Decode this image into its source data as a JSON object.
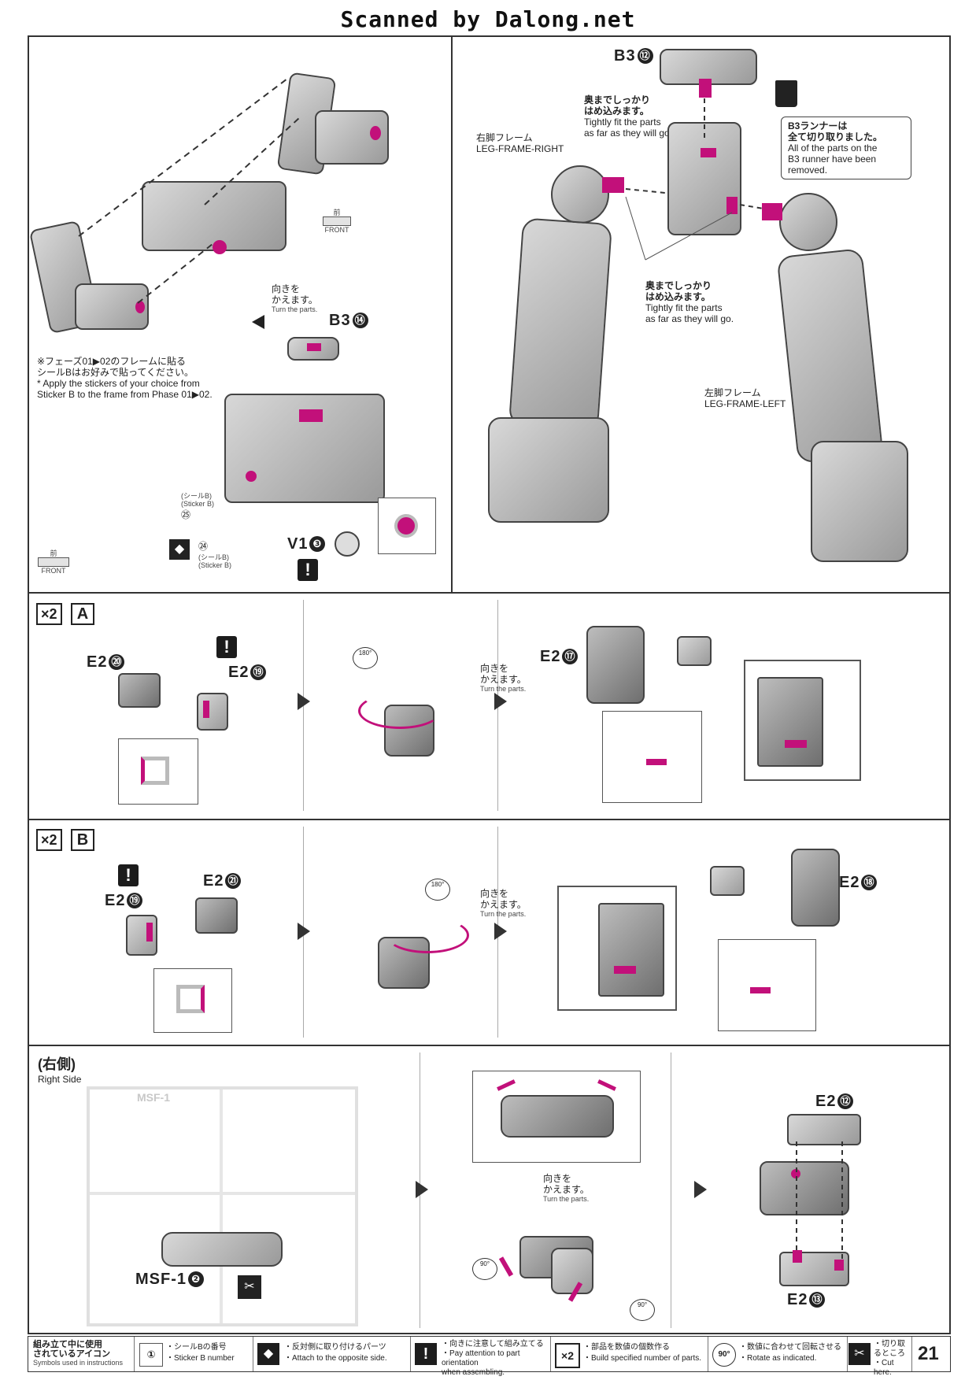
{
  "header": {
    "watermark": "Scanned by Dalong.net"
  },
  "phase_top_left": {
    "turn_jp": "向きを\nかえます。",
    "turn_en": "Turn the parts.",
    "front_jp": "前",
    "front_en": "FRONT",
    "code_b3_14": {
      "code": "B3",
      "num": "⑭"
    },
    "code_v1_3": {
      "code": "V1",
      "num": "❸"
    },
    "note_jp": "※フェーズ01▶02のフレームに貼る\nシールBはお好みで貼ってください。",
    "note_en": "* Apply the stickers of your choice from\nSticker B to the frame from Phase 01▶02.",
    "sticker_b_jp": "(シールB)",
    "sticker_b_en": "(Sticker B)",
    "sticker_num_25": "㉕",
    "sticker_num_24": "㉔",
    "warn": "!"
  },
  "phase_top_right": {
    "code_b3_12": {
      "code": "B3",
      "num": "⑫"
    },
    "fit_jp": "奥までしっかり\nはめ込みます。",
    "fit_en": "Tightly fit the parts\nas far as they will go.",
    "fit2_jp": "奥までしっかり\nはめ込みます。",
    "fit2_en": "Tightly fit the parts\nas far as they will go.",
    "leg_right_jp": "右脚フレーム",
    "leg_right_en": "LEG-FRAME-RIGHT",
    "leg_left_jp": "左脚フレーム",
    "leg_left_en": "LEG-FRAME-LEFT",
    "runner_jp": "B3ランナーは\n全て切り取りました。",
    "runner_en": "All of the parts on the\nB3 runner have been\nremoved."
  },
  "step_a": {
    "multiplier": "×2",
    "letter": "A",
    "code_e2_20": {
      "code": "E2",
      "num": "⑳"
    },
    "code_e2_19": {
      "code": "E2",
      "num": "⑲"
    },
    "code_e2_17": {
      "code": "E2",
      "num": "⑰"
    },
    "rotate": "180°",
    "turn_jp": "向きを\nかえます。",
    "turn_en": "Turn the parts.",
    "warn": "!"
  },
  "step_b": {
    "multiplier": "×2",
    "letter": "B",
    "code_e2_21": {
      "code": "E2",
      "num": "㉑"
    },
    "code_e2_19": {
      "code": "E2",
      "num": "⑲"
    },
    "code_e2_18": {
      "code": "E2",
      "num": "⑱"
    },
    "rotate": "180°",
    "turn_jp": "向きを\nかえます。",
    "turn_en": "Turn the parts.",
    "warn": "!"
  },
  "step_c": {
    "side_jp": "(右側)",
    "side_en": "Right Side",
    "runner_label": "MSF-1",
    "code_msf": {
      "code": "MSF-1",
      "num": "❷"
    },
    "code_e2_12": {
      "code": "E2",
      "num": "⑫"
    },
    "code_e2_13": {
      "code": "E2",
      "num": "⑬"
    },
    "turn_jp": "向きを\nかえます。",
    "turn_en": "Turn the parts.",
    "rotate_a": "90°",
    "rotate_b": "90°"
  },
  "footer": {
    "legend_jp": "組み立て中に使用\nされているアイコン",
    "legend_en": "Symbols used in instructions",
    "items": [
      {
        "icon": "①",
        "jp": "・シールBの番号",
        "en": "・Sticker B number"
      },
      {
        "icon": "◆",
        "jp": "・反対側に取り付けるパーツ",
        "en": "・Attach to the opposite side."
      },
      {
        "icon": "!",
        "jp": "・向きに注意して組み立てる",
        "en": "・Pay attention to part orientation\nwhen assembling."
      },
      {
        "icon": "×2",
        "jp": "・部品を数値の個数作る",
        "en": "・Build specified number of parts."
      },
      {
        "icon": "90°",
        "jp": "・数値に合わせて回転させる",
        "en": "・Rotate as indicated."
      },
      {
        "icon": "✂",
        "jp": "・切り取るところ",
        "en": "・Cut here."
      }
    ],
    "page_number": "21"
  },
  "colors": {
    "accent": "#c2107a",
    "line": "#333333",
    "part_gray": "#9a9a9a"
  }
}
